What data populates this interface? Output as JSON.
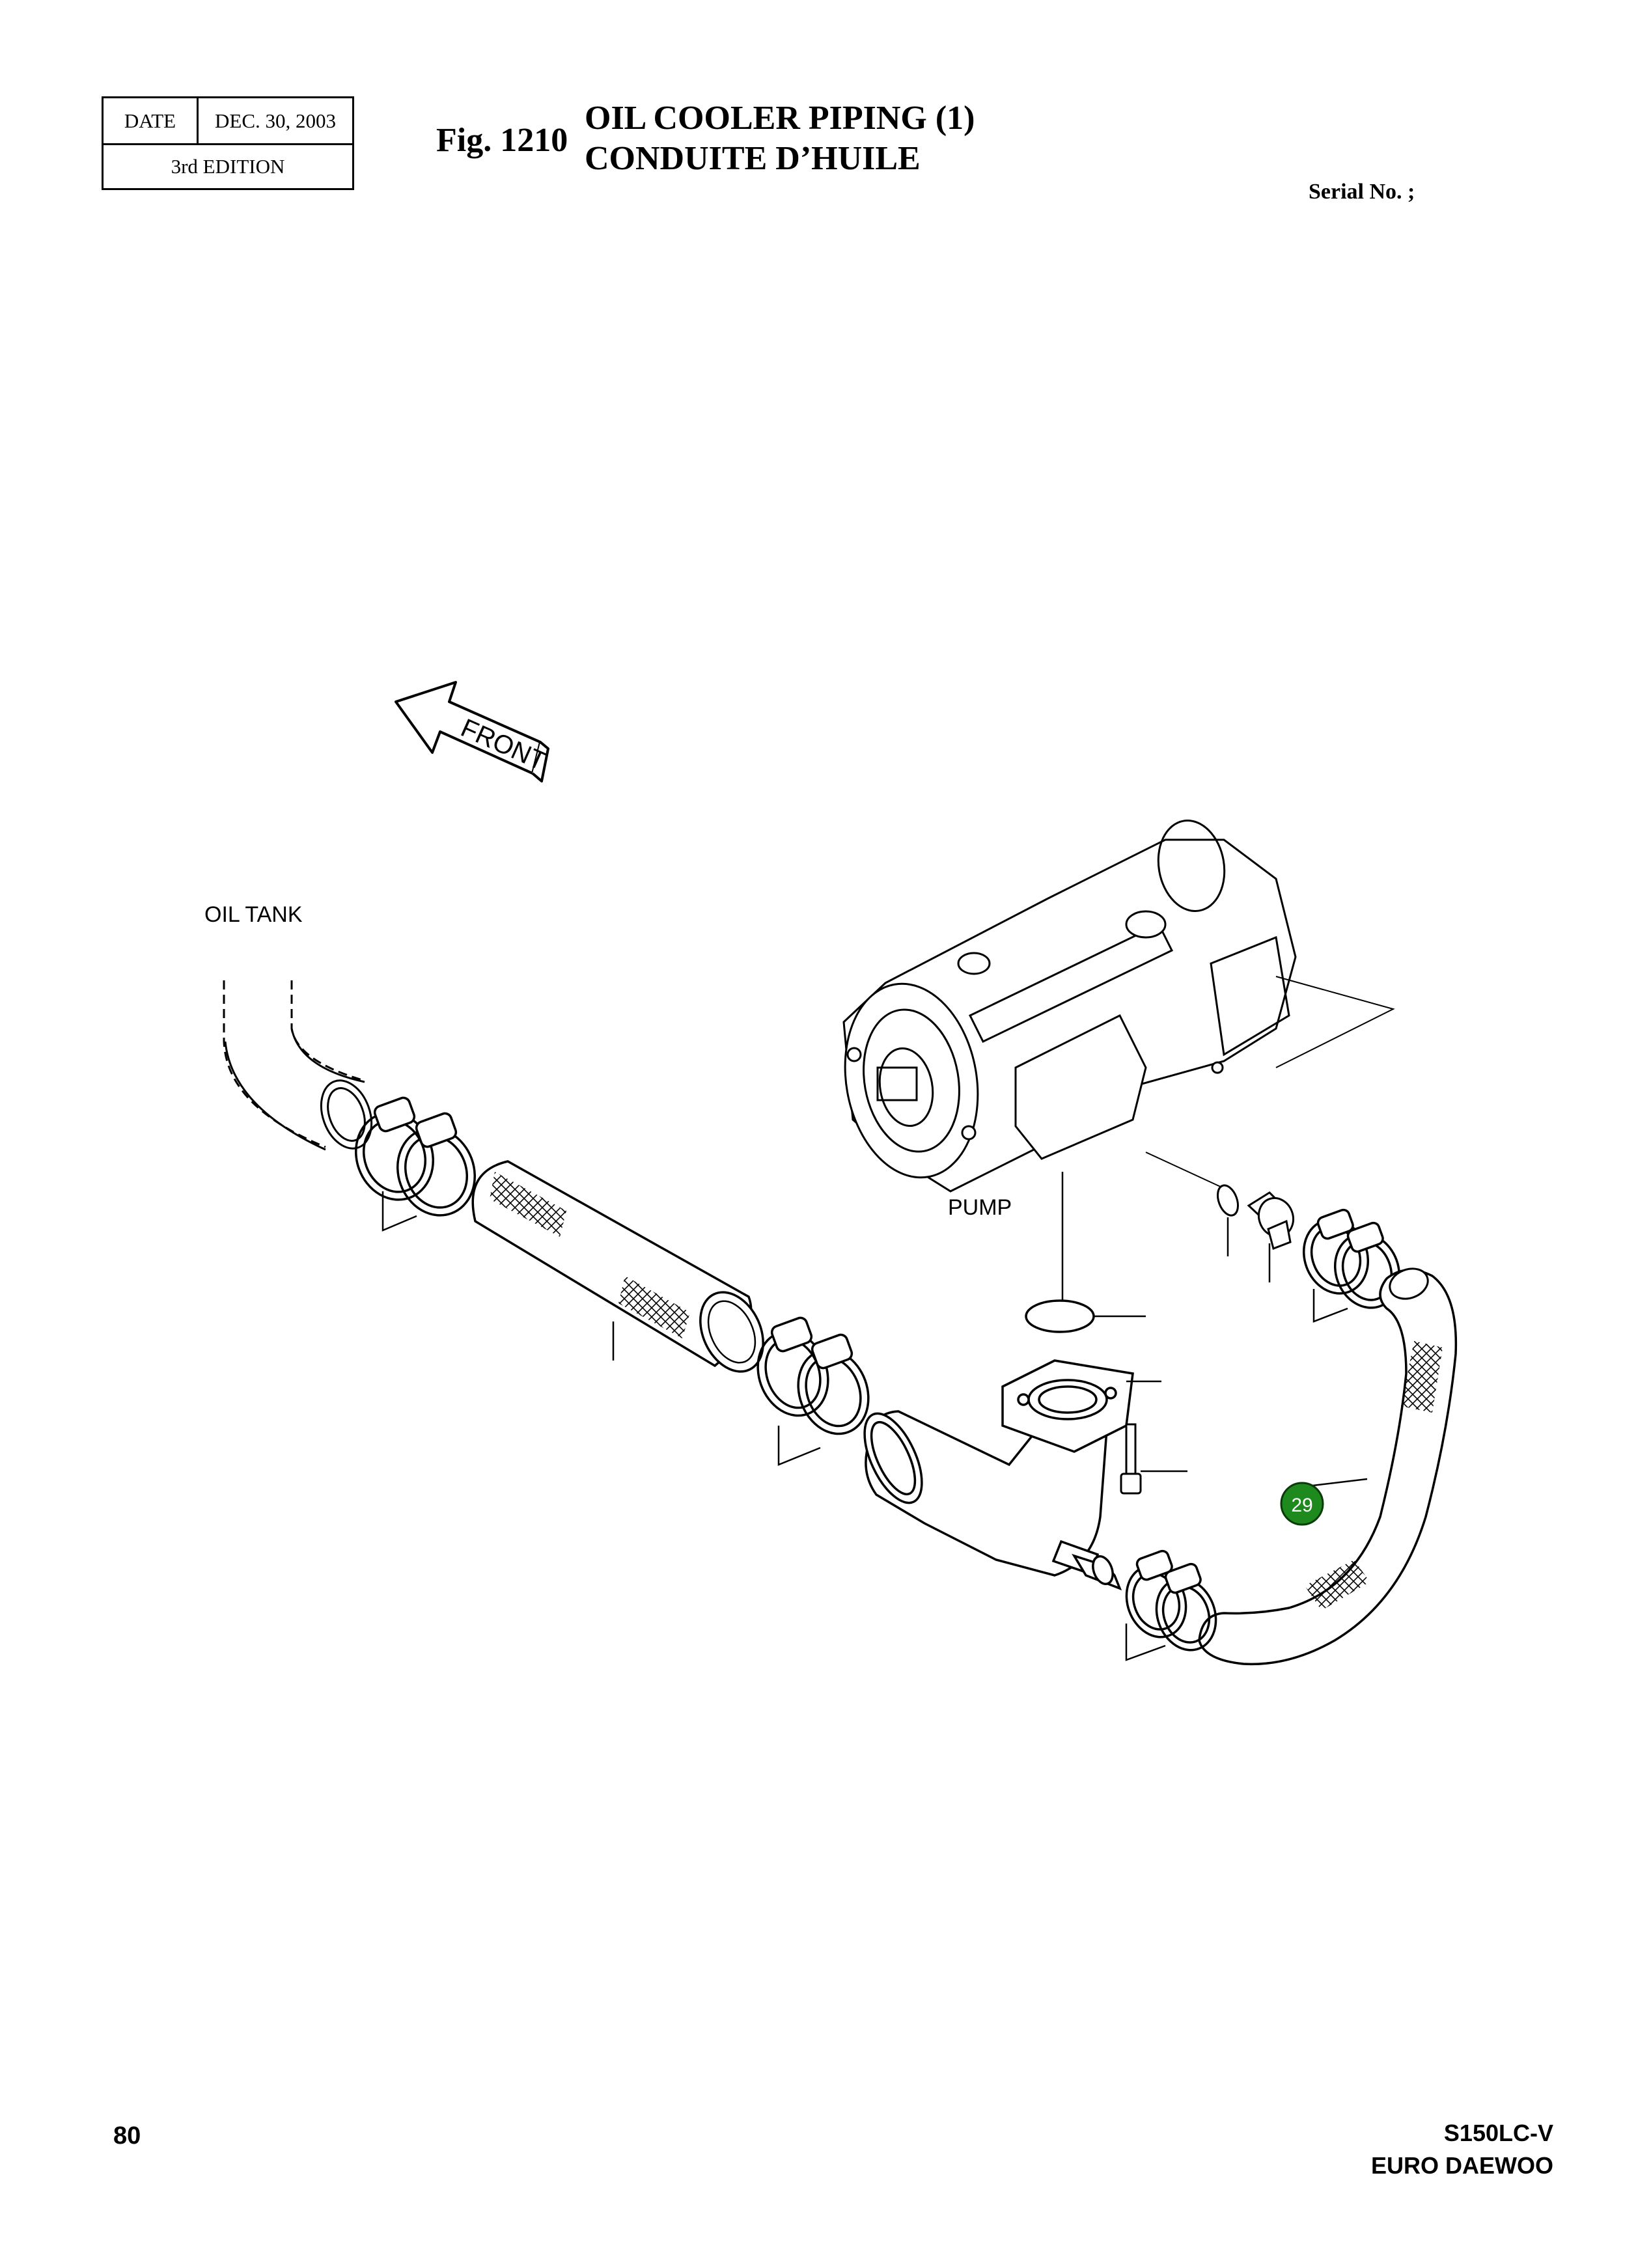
{
  "header": {
    "date_label": "DATE",
    "date_value": "DEC. 30, 2003",
    "edition": "3rd  EDITION",
    "fig_number": "Fig. 1210",
    "title_en": "OIL COOLER PIPING (1)",
    "title_fr": "CONDUITE D’HUILE",
    "serial": "Serial No. ;"
  },
  "diagram": {
    "front_label": "FRONT",
    "oil_tank_label": "OIL TANK",
    "pump_label": "PUMP",
    "callout_number": "29",
    "callout_color": "#1e8a1e"
  },
  "footer": {
    "page_number": "80",
    "model": "S150LC-V",
    "brand": "EURO DAEWOO"
  }
}
